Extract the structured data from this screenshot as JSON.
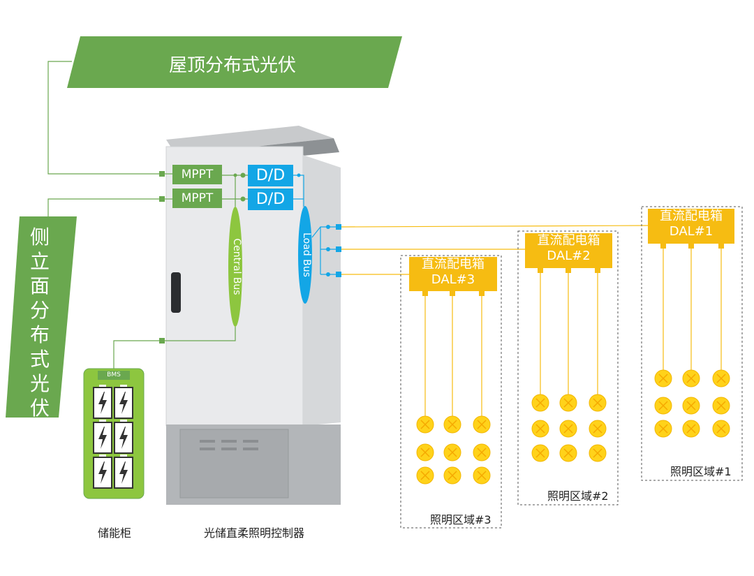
{
  "pv": {
    "roof_label": "屋顶分布式光伏",
    "facade_label": "侧立面分布式光伏"
  },
  "controller": {
    "mppt_1": "MPPT",
    "mppt_2": "MPPT",
    "dd_1": "D/D",
    "dd_2": "D/D",
    "central_bus": "Central Bus",
    "load_bus": "Load Bus",
    "caption": "光储直柔照明控制器"
  },
  "storage": {
    "bms_label": "BMS",
    "caption": "储能柜"
  },
  "dal_boxes": [
    {
      "title": "直流配电箱",
      "id": "DAL#1",
      "zone": "照明区域#1"
    },
    {
      "title": "直流配电箱",
      "id": "DAL#2",
      "zone": "照明区域#2"
    },
    {
      "title": "直流配电箱",
      "id": "DAL#3",
      "zone": "照明区域#3"
    }
  ],
  "colors": {
    "green": "#6aa84f",
    "blue": "#13a6e6",
    "yellow": "#f6bc12",
    "cabinet": "#e9eaec"
  }
}
